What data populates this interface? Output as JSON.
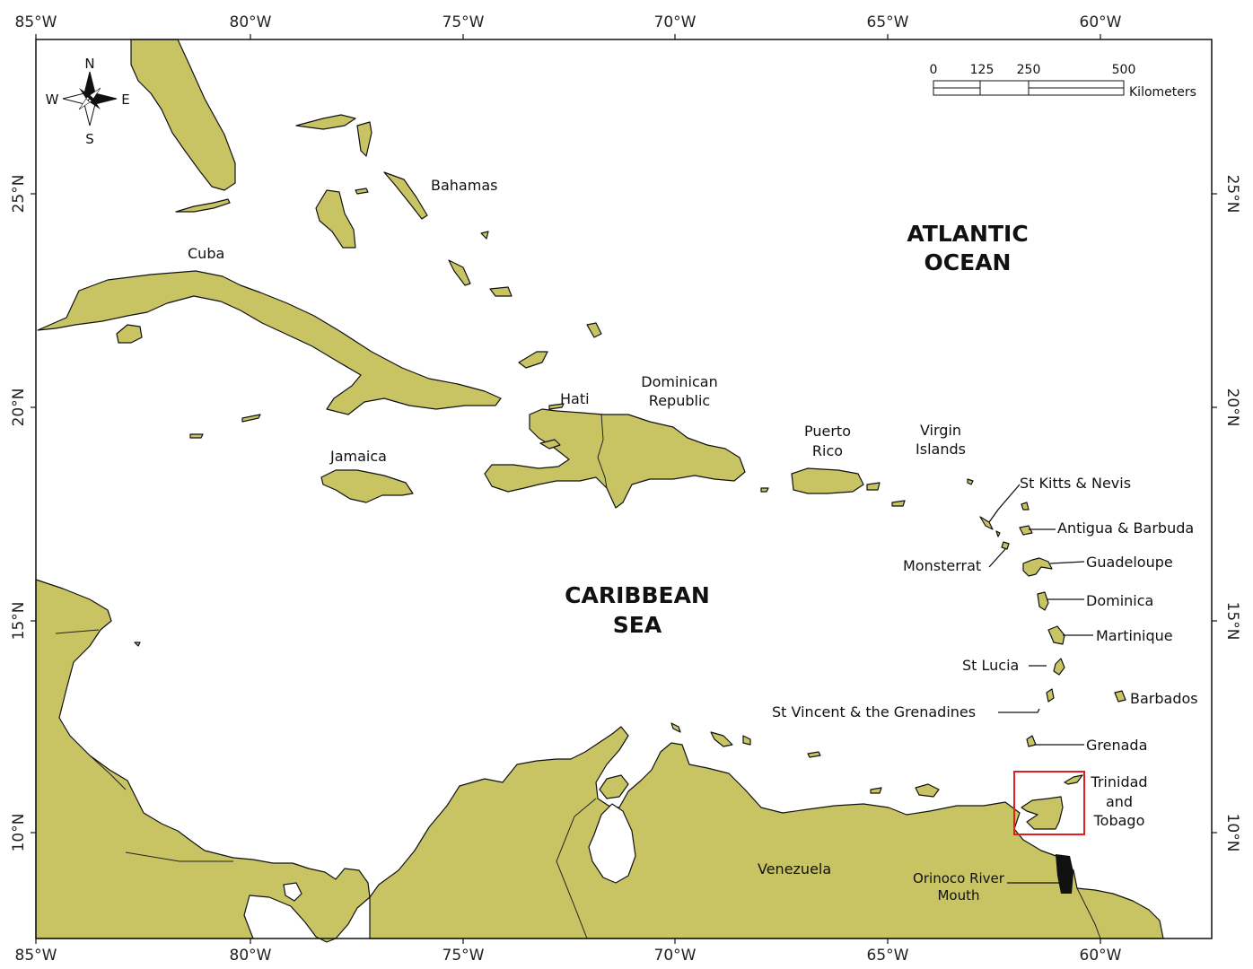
{
  "map": {
    "top_ticks": [
      "85°W",
      "80°W",
      "75°W",
      "70°W",
      "65°W",
      "60°W"
    ],
    "bottom_ticks": [
      "85°W",
      "80°W",
      "75°W",
      "70°W",
      "65°W",
      "60°W"
    ],
    "left_ticks": [
      "25°N",
      "20°N",
      "15°N",
      "10°N"
    ],
    "right_ticks": [
      "25°N",
      "20°N",
      "15°N",
      "10°N"
    ],
    "compass": {
      "n": "N",
      "s": "S",
      "e": "E",
      "w": "W"
    },
    "scale": {
      "labels": [
        "0",
        "125",
        "250",
        "500"
      ],
      "unit": "Kilometers"
    },
    "seas": {
      "atlantic": [
        "ATLANTIC",
        "OCEAN"
      ],
      "caribbean": [
        "CARIBBEAN",
        "SEA"
      ]
    },
    "places": {
      "bahamas": "Bahamas",
      "cuba": "Cuba",
      "hati": "Hati",
      "dominican": [
        "Dominican",
        "Republic"
      ],
      "jamaica": "Jamaica",
      "puerto_rico": [
        "Puerto",
        "Rico"
      ],
      "virgin_islands": [
        "Virgin",
        "Islands"
      ],
      "st_kitts": "St Kitts & Nevis",
      "antigua": "Antigua & Barbuda",
      "monsterrat": "Monsterrat",
      "guadeloupe": "Guadeloupe",
      "dominica": "Dominica",
      "martinique": "Martinique",
      "st_lucia": "St Lucia",
      "barbados": "Barbados",
      "st_vincent": "St Vincent & the Grenadines",
      "grenada": "Grenada",
      "trinidad": [
        "Trinidad",
        "and",
        "Tobago"
      ],
      "venezuela": "Venezuela",
      "orinoco": [
        "Orinoco River",
        "Mouth"
      ]
    },
    "colors": {
      "land": "#c8c464",
      "water": "#ffffff",
      "highlight": "#e02020"
    }
  }
}
